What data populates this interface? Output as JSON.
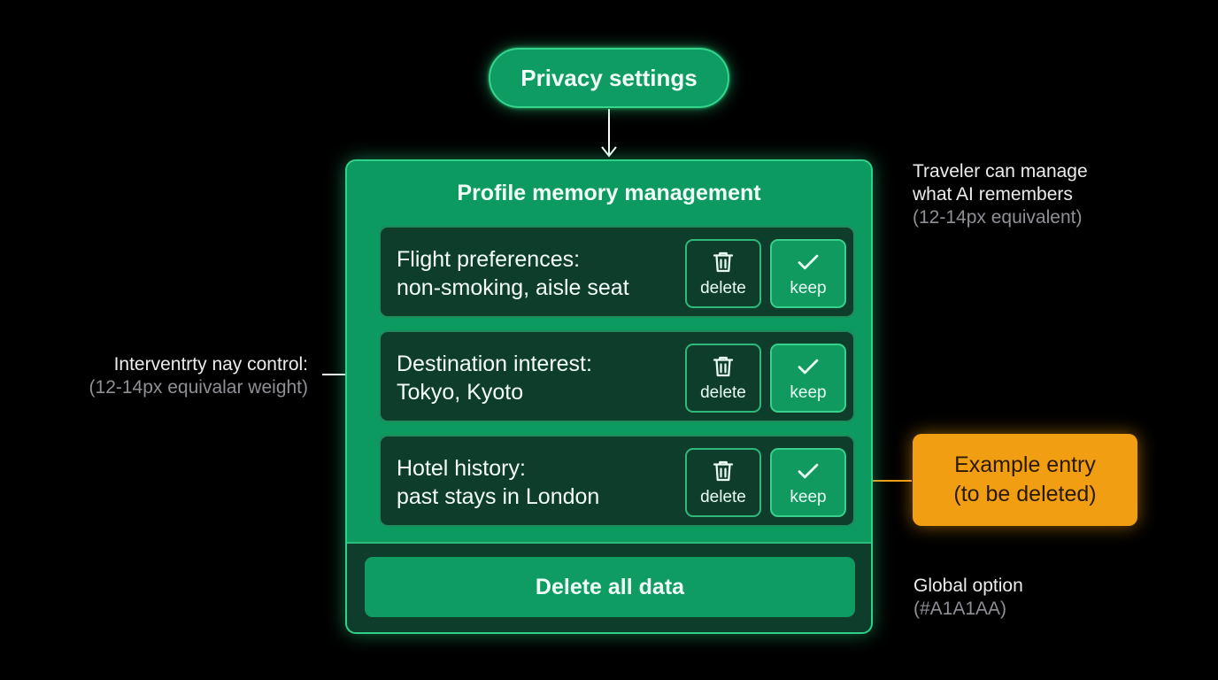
{
  "header": {
    "label": "Privacy settings"
  },
  "panel": {
    "title": "Profile memory management",
    "entries": [
      {
        "line1": "Flight preferences:",
        "line2": "non-smoking, aisle seat",
        "delete_label": "delete",
        "keep_label": "keep"
      },
      {
        "line1": "Destination interest:",
        "line2": "Tokyo, Kyoto",
        "delete_label": "delete",
        "keep_label": "keep"
      },
      {
        "line1": "Hotel history:",
        "line2": "past stays in London",
        "delete_label": "delete",
        "keep_label": "keep"
      }
    ],
    "delete_all_label": "Delete all data"
  },
  "annotations": {
    "right_top": {
      "line1": "Traveler can manage",
      "line2": "what AI remembers",
      "line3": "(12-14px equivalent)"
    },
    "left": {
      "line1": "Interventrty nay control:",
      "line2": "(12-14px equivalar weight)"
    },
    "callout": {
      "line1": "Example entry",
      "line2": "(to be deleted)"
    },
    "global": {
      "line1": "Global option",
      "line2": "(#A1A1AA)"
    }
  },
  "icons": {
    "delete": "trash-icon",
    "keep": "checkmark-icon"
  },
  "colors": {
    "background": "#000000",
    "accent_green": "#0E9C62",
    "entry_dark": "#0F3D2B",
    "callout_orange": "#F19E12",
    "muted_text": "#A1A1AA"
  }
}
